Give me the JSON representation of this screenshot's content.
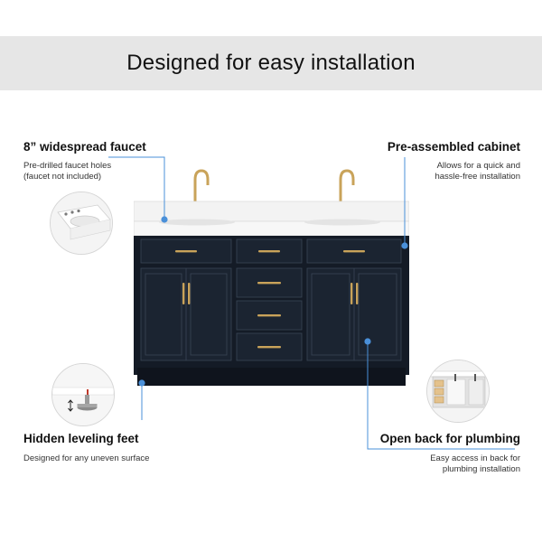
{
  "header": {
    "title": "Designed for easy installation"
  },
  "features": {
    "faucet": {
      "title": "8” widespread faucet",
      "desc_line1": "Pre-drilled faucet holes",
      "desc_line2": "(faucet not included)"
    },
    "cabinet": {
      "title": "Pre-assembled cabinet",
      "desc_line1": "Allows for  a quick and",
      "desc_line2": "hassle-free installation"
    },
    "feet": {
      "title": "Hidden leveling feet",
      "desc_line1": "Designed for any uneven surface"
    },
    "plumbing": {
      "title": "Open back for plumbing",
      "desc_line1": "Easy access in back for",
      "desc_line2": "plumbing installation"
    }
  },
  "colors": {
    "accent": "#4a90d9",
    "cabinet": "#141b26",
    "hardware": "#c9a35a",
    "countertop": "#f2f2f2"
  },
  "icons": [
    "sink-icon",
    "leveling-foot-icon",
    "cabinet-back-icon"
  ]
}
